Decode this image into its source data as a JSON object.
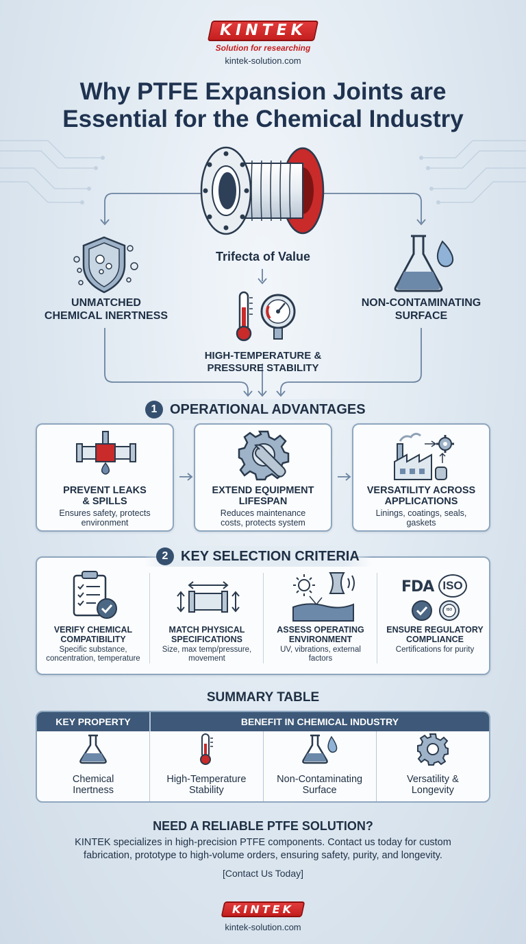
{
  "header": {
    "logo_text": "KINTEK",
    "tagline": "Solution for researching",
    "website": "kintek-solution.com"
  },
  "title_line1": "Why PTFE Expansion Joints are",
  "title_line2": "Essential for the Chemical Industry",
  "hero": {
    "center_label": "Trifecta of Value",
    "left_label_line1": "UNMATCHED",
    "left_label_line2": "CHEMICAL INERTNESS",
    "right_label_line1": "NON-CONTAMINATING",
    "right_label_line2": "SURFACE",
    "bottom_label_line1": "HIGH-TEMPERATURE &",
    "bottom_label_line2": "PRESSURE STABILITY"
  },
  "section1": {
    "number": "1",
    "title": "OPERATIONAL ADVANTAGES",
    "cards": [
      {
        "title_line1": "PREVENT LEAKS",
        "title_line2": "& SPILLS",
        "desc_line1": "Ensures safety, protects",
        "desc_line2": "environment",
        "icon": "pipe-leak-icon"
      },
      {
        "title_line1": "EXTEND EQUIPMENT",
        "title_line2": "LIFESPAN",
        "desc_line1": "Reduces maintenance",
        "desc_line2": "costs, protects system",
        "icon": "gear-wrench-icon"
      },
      {
        "title_line1": "VERSATILITY ACROSS",
        "title_line2": "APPLICATIONS",
        "desc_line1": "Linings, coatings, seals,",
        "desc_line2": "gaskets",
        "icon": "factory-icon"
      }
    ]
  },
  "section2": {
    "number": "2",
    "title": "KEY SELECTION CRITERIA",
    "items": [
      {
        "title_line1": "VERIFY CHEMICAL",
        "title_line2": "COMPATIBILITY",
        "desc_line1": "Specific substance,",
        "desc_line2": "concentration, temperature",
        "icon": "clipboard-check-icon"
      },
      {
        "title_line1": "MATCH PHYSICAL",
        "title_line2": "SPECIFICATIONS",
        "desc_line1": "Size, max temp/pressure,",
        "desc_line2": "movement",
        "icon": "dimension-pipe-icon"
      },
      {
        "title_line1": "ASSESS OPERATING",
        "title_line2": "ENVIRONMENT",
        "desc_line1": "UV, vibrations, external",
        "desc_line2": "factors",
        "icon": "sun-vibration-icon"
      },
      {
        "title_line1": "ENSURE REGULATORY",
        "title_line2": "COMPLIANCE",
        "desc_line1": "Certifications for purity",
        "desc_line2": "",
        "icon": "certification-icon",
        "badge_fda": "FDA",
        "badge_iso": "ISO",
        "badge_small": "ISO"
      }
    ]
  },
  "summary": {
    "title": "SUMMARY TABLE",
    "col_property": "KEY PROPERTY",
    "col_benefit": "BENEFIT IN CHEMICAL INDUSTRY",
    "cells": [
      {
        "line1": "Chemical",
        "line2": "Inertness",
        "icon": "flask-icon"
      },
      {
        "line1": "High-Temperature",
        "line2": "Stability",
        "icon": "thermometer-icon"
      },
      {
        "line1": "Non-Contaminating",
        "line2": "Surface",
        "icon": "flask-drop-icon"
      },
      {
        "line1": "Versatility &",
        "line2": "Longevity",
        "icon": "gear-icon"
      }
    ]
  },
  "cta": {
    "title": "NEED A RELIABLE PTFE SOLUTION?",
    "body_line1": "KINTEK specializes in high-precision PTFE components. Contact us today for custom",
    "body_line2": "fabrication, prototype to high-volume orders, ensuring safety, purity, and longevity.",
    "link": "[Contact Us Today]"
  },
  "footer": {
    "logo_text": "KINTEK",
    "website": "kintek-solution.com"
  },
  "colors": {
    "brand_red": "#c41e1e",
    "navy": "#1f3350",
    "table_header": "#3d5878",
    "card_border": "#8ea6bf"
  }
}
